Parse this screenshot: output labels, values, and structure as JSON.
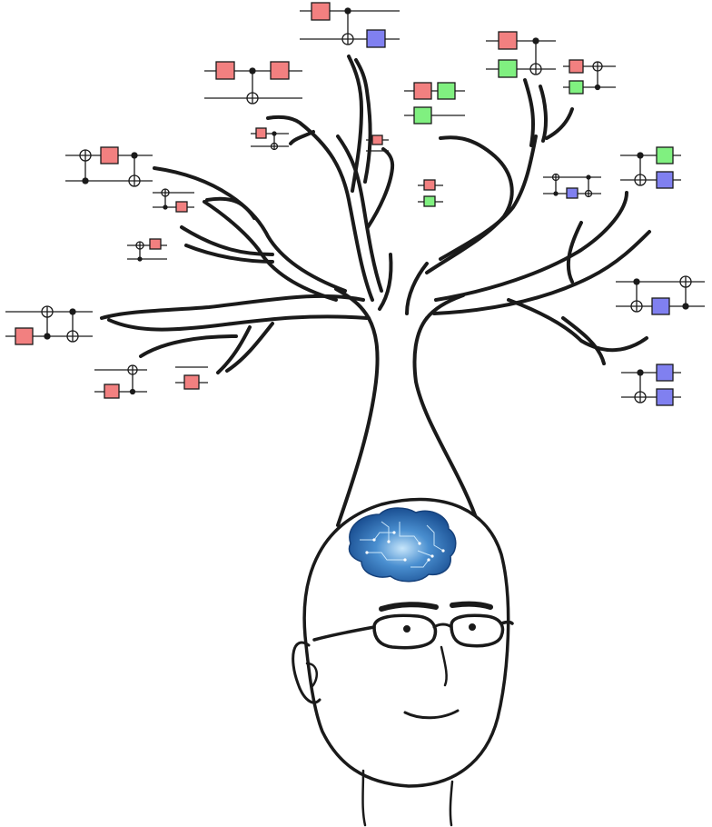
{
  "colors": {
    "ink": "#1a1a1a",
    "background": "#ffffff",
    "gate_red": "#f28080",
    "gate_green": "#80f080",
    "gate_blue": "#8080f0",
    "brain_dark": "#1f5aa0",
    "brain_light": "#9fd0f0"
  },
  "icons": {
    "person": "person-head-icon",
    "brain": "circuit-brain-icon",
    "tree": "tree-icon",
    "gate": "quantum-gate-icon",
    "control": "control-dot-icon",
    "target": "cnot-target-icon"
  },
  "circuits": [
    {
      "id": "top-center",
      "gates": [
        "red",
        "blue"
      ]
    },
    {
      "id": "upper-left",
      "gates": [
        "red",
        "red"
      ]
    },
    {
      "id": "top-right",
      "gates": [
        "red",
        "green"
      ]
    },
    {
      "id": "right-mini",
      "gates": [
        "red",
        "green"
      ]
    },
    {
      "id": "center-pair",
      "gates": [
        "red",
        "green"
      ]
    },
    {
      "id": "left-cx",
      "gates": [
        "red"
      ]
    },
    {
      "id": "small-left-1",
      "gates": [
        "red"
      ]
    },
    {
      "id": "small-left-2",
      "gates": [
        "red"
      ]
    },
    {
      "id": "small-left-3",
      "gates": [
        "red"
      ]
    },
    {
      "id": "far-left",
      "gates": [
        "red"
      ]
    },
    {
      "id": "bottom-left",
      "gates": [
        "red"
      ]
    },
    {
      "id": "bottom-left-single",
      "gates": [
        "red"
      ]
    },
    {
      "id": "small-center",
      "gates": [
        "red"
      ]
    },
    {
      "id": "right-green-blue",
      "gates": [
        "green",
        "blue"
      ]
    },
    {
      "id": "right-small-blue",
      "gates": [
        "blue"
      ]
    },
    {
      "id": "right-long",
      "gates": [
        "blue"
      ]
    },
    {
      "id": "right-bottom",
      "gates": [
        "blue",
        "blue"
      ]
    }
  ]
}
